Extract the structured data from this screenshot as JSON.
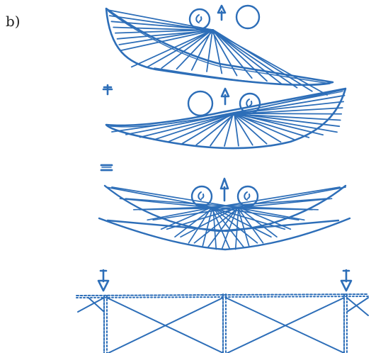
{
  "panel_label": "b)",
  "colors": {
    "ink": "#2d6eb8",
    "background": "#ffffff",
    "label": "#222222"
  },
  "figures": [
    {
      "id": "fan-right-pivot",
      "description_icons": [
        "eye-circle-icon",
        "up-arrow-icon",
        "empty-circle-icon"
      ]
    },
    {
      "id": "fan-left-pivot",
      "description_icons": [
        "plus-sign-icon",
        "empty-circle-icon",
        "up-arrow-icon",
        "eye-circle-icon"
      ]
    },
    {
      "id": "fan-combined",
      "description_icons": [
        "equals-sign-icon",
        "up-arrow-icon",
        "eye-circle-icon",
        "eye-circle-icon"
      ]
    },
    {
      "id": "truss-beam",
      "description_icons": [
        "down-arrow-icon",
        "down-arrow-icon"
      ]
    }
  ]
}
